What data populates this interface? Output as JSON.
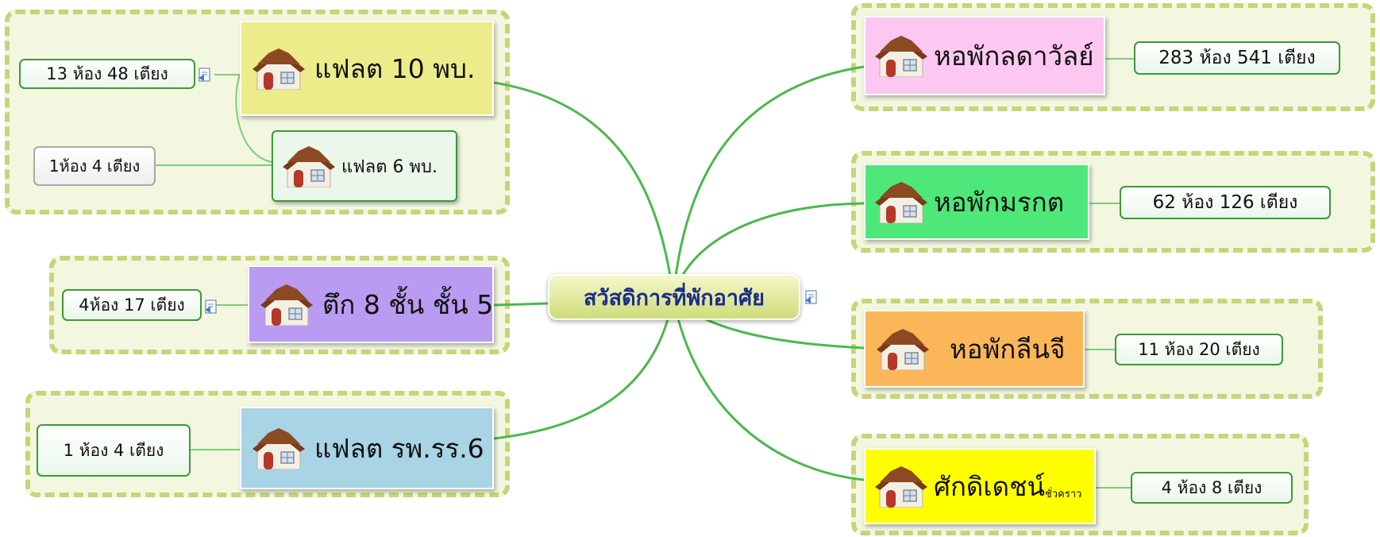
{
  "central": {
    "label": "สวัสดิการที่พักอาศัย"
  },
  "topics": {
    "flat10": {
      "label": "แฟลต 10 พบ.",
      "detail": "13 ห้อง 48 เตียง"
    },
    "flat6": {
      "label": "แฟลต 6 พบ.",
      "detail": "1ห้อง 4 เตียง"
    },
    "tuk8": {
      "label": "ตึก 8 ชั้น ชั้น 5",
      "detail": "4ห้อง 17 เตียง"
    },
    "flatrp": {
      "label": "แฟลต รพ.รร.6",
      "detail": "1 ห้อง 4 เตียง"
    },
    "lada": {
      "label": "หอพักลดาวัลย์",
      "detail": "283 ห้อง 541 เตียง"
    },
    "morakot": {
      "label": "หอพักมรกต",
      "detail": "62 ห้อง 126 เตียง"
    },
    "lincheu": {
      "label": "หอพักลีนจี",
      "detail": "11 ห้อง  20 เตียง"
    },
    "sakdi": {
      "label": "ศักดิเดชน์",
      "suffix": "ชั่วคราว",
      "detail": "4 ห้อง 8 เตียง"
    }
  },
  "colors": {
    "flat10": "#ecec8a",
    "flat6": "#eaf7ea",
    "tuk8": "#b99cf2",
    "flatrp": "#a9d4e6",
    "lada": "#fcc8f2",
    "morakot": "#4ee87a",
    "lincheu": "#fbb65a",
    "sakdi": "#ffff00",
    "link": "#4cb84c",
    "boundary": "#c7d47a"
  },
  "icons": {
    "topic": "house-icon",
    "note": "note-icon"
  }
}
